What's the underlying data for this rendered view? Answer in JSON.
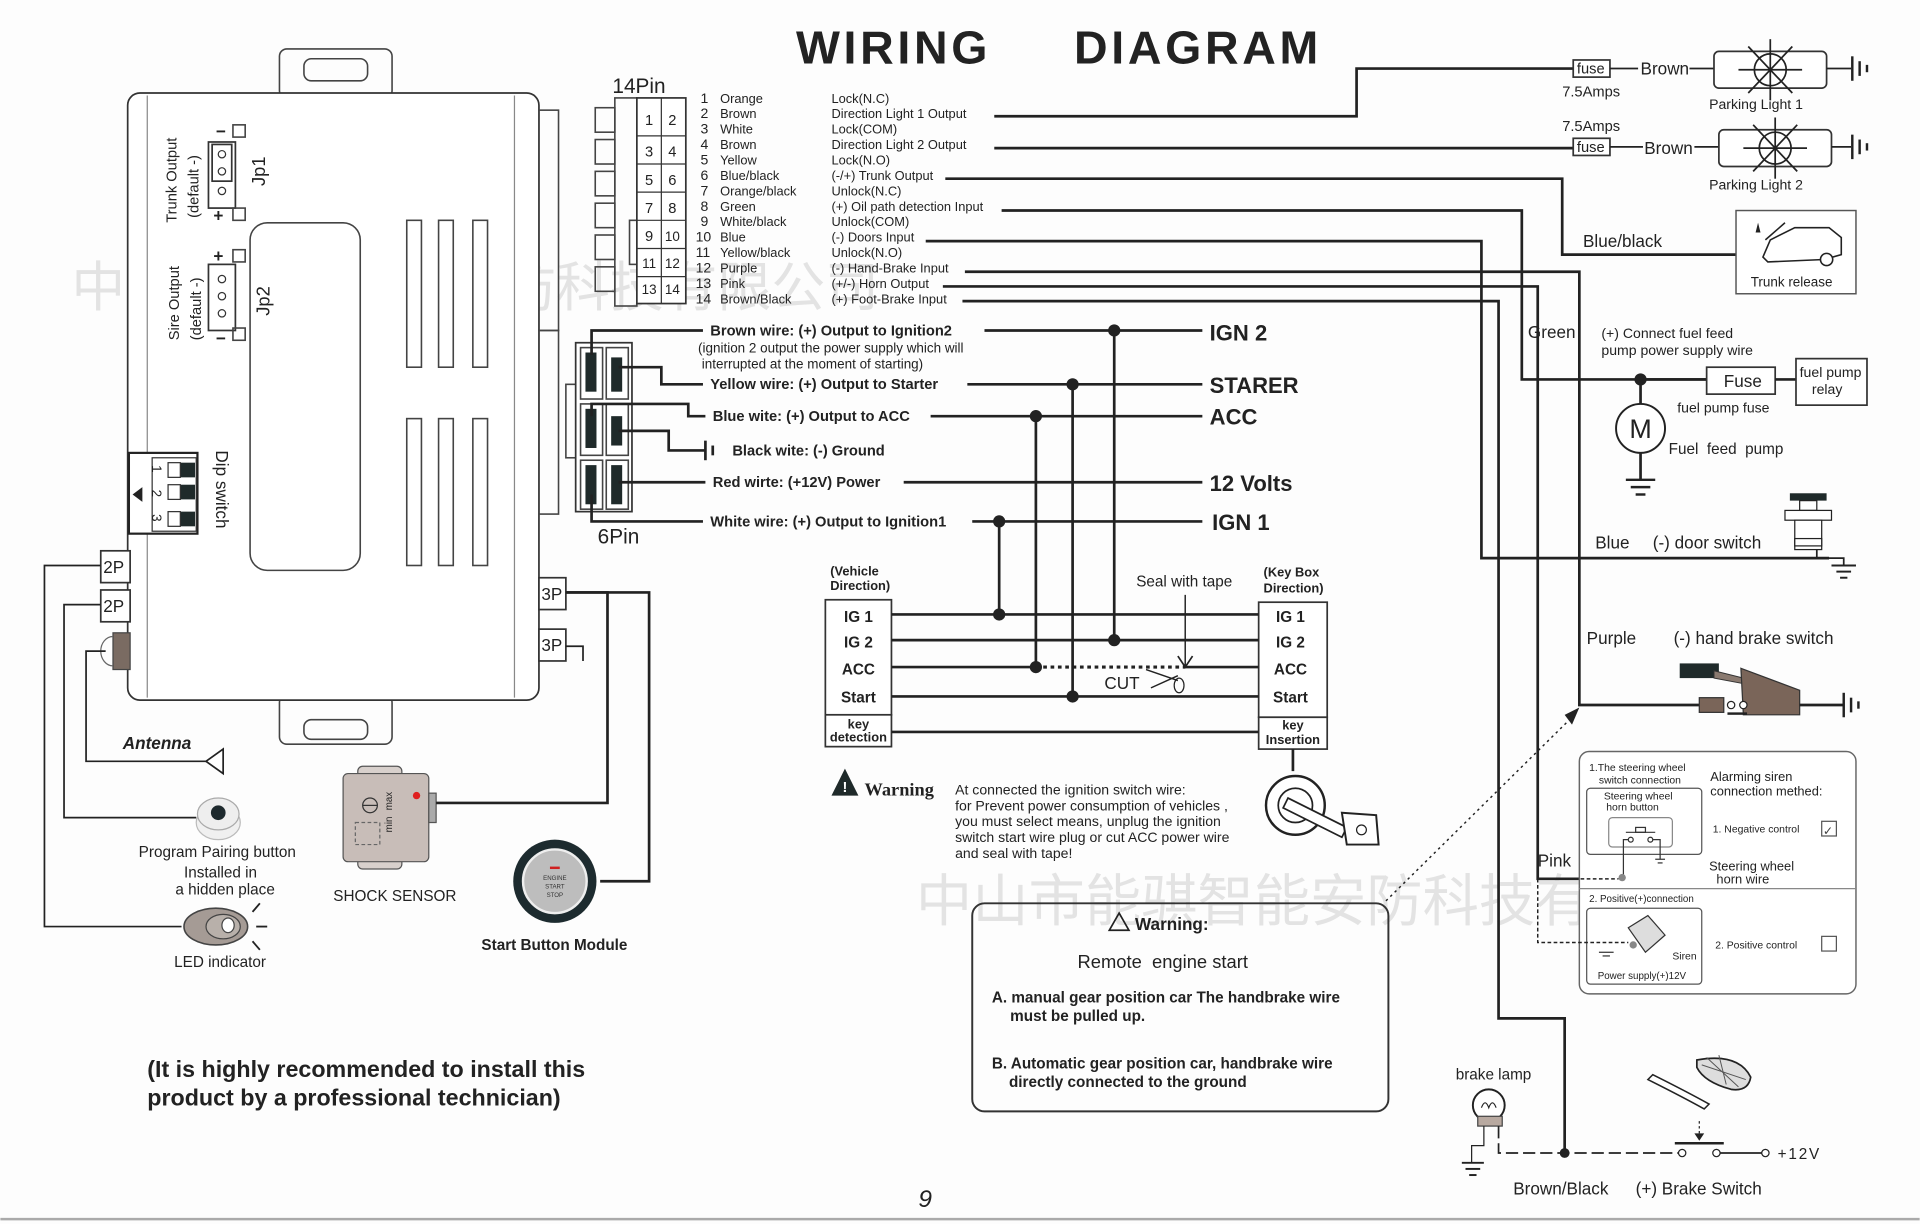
{
  "title": "WIRING     DIAGRAM",
  "page_number": "9",
  "watermark": "中山市能骐智能安防科技有限公司",
  "connector_14pin": {
    "label": "14Pin",
    "pins": [
      {
        "num": "1",
        "color": "Orange",
        "function": "Lock(N.C)"
      },
      {
        "num": "2",
        "color": "Brown",
        "function": "Direction Light 1 Output"
      },
      {
        "num": "3",
        "color": "White",
        "function": "Lock(COM)"
      },
      {
        "num": "4",
        "color": "Brown",
        "function": "Direction Light 2 Output"
      },
      {
        "num": "5",
        "color": "Yellow",
        "function": "Lock(N.O)"
      },
      {
        "num": "6",
        "color": "Blue/black",
        "function": "(-/+) Trunk Output"
      },
      {
        "num": "7",
        "color": "Orange/black",
        "function": "Unlock(N.C)"
      },
      {
        "num": "8",
        "color": "Green",
        "function": "(+) Oil path detection Input"
      },
      {
        "num": "9",
        "color": "White/black",
        "function": "Unlock(COM)"
      },
      {
        "num": "10",
        "color": "Blue",
        "function": "(-) Doors Input"
      },
      {
        "num": "11",
        "color": "Yellow/black",
        "function": "Unlock(N.O)"
      },
      {
        "num": "12",
        "color": "Purple",
        "function": "(-) Hand-Brake Input"
      },
      {
        "num": "13",
        "color": "Pink",
        "function": "(+/-) Horn Output"
      },
      {
        "num": "14",
        "color": "Brown/Black",
        "function": "(+) Foot-Brake Input"
      }
    ],
    "grid": [
      "1",
      "2",
      "3",
      "4",
      "5",
      "6",
      "7",
      "8",
      "9",
      "10",
      "11",
      "12",
      "13",
      "14"
    ]
  },
  "connector_6pin": {
    "label": "6Pin",
    "wires": [
      {
        "text": "Brown wire:  (+) Output to Ignition2",
        "target": "IGN 2"
      },
      {
        "text": "Yellow wire:  (+) Output to Starter",
        "target": "STARER"
      },
      {
        "text": "Blue wite:  (+) Output to ACC",
        "target": "ACC"
      },
      {
        "text": "Black wite: (-) Ground",
        "target": ""
      },
      {
        "text": "Red wirte:  (+12V) Power",
        "target": "12 Volts"
      },
      {
        "text": "White wire: (+) Output to Ignition1",
        "target": "IGN 1"
      }
    ],
    "note_line1": "(ignition 2 output the power supply which will",
    "note_line2": " interrupted at the moment of starting)"
  },
  "jumpers": {
    "jp1": {
      "label": "Jp1",
      "caption1": "Trunk Output",
      "caption2": "(default -)",
      "plus": "+",
      "minus": "−"
    },
    "jp2": {
      "label": "Jp2",
      "caption1": "Sire Output",
      "caption2": "(default -)",
      "plus": "+",
      "minus": "−"
    }
  },
  "dip_switch": {
    "label": "Dip switch",
    "positions": [
      "1",
      "2",
      "3"
    ]
  },
  "ports": {
    "p2a": "2P",
    "p2b": "2P",
    "p3a": "3P",
    "p3b": "3P"
  },
  "peripherals": {
    "antenna": "Antenna",
    "program_button_line1": "Program Pairing button",
    "program_button_line2": "Installed in",
    "program_button_line3": "a hidden place",
    "led": "LED indicator",
    "shock_sensor": "SHOCK SENSOR",
    "shock_min": "min",
    "shock_max": "max",
    "start_button": "Start Button Module",
    "start_button_face1": "ENGINE",
    "start_button_face2": "START",
    "start_button_face3": "STOP"
  },
  "ignition": {
    "vehicle_dir1": "(Vehicle",
    "vehicle_dir2": "Direction)",
    "keybox_dir1": "(Key Box",
    "keybox_dir2": "Direction)",
    "rows": [
      "IG 1",
      "IG 2",
      "ACC",
      "Start"
    ],
    "key_detect1": "key",
    "key_detect2": "detection",
    "key_insert1": "key",
    "key_insert2": "Insertion",
    "seal": "Seal with tape",
    "cut": "CUT"
  },
  "warning1": {
    "title": "Warning",
    "lines": [
      "At connected the ignition switch wire:",
      "for Prevent power consumption of vehicles ,",
      "you must select means, unplug the ignition",
      "switch start wire plug  or cut ACC power wire",
      "and seal with tape!"
    ]
  },
  "warning2": {
    "title": "Warning:",
    "subtitle": "Remote  engine start",
    "a1": "A. manual gear position car The handbrake wire",
    "a2": "must be pulled up.",
    "b1": "B. Automatic gear position car, handbrake wire",
    "b2": "directly connected to the ground"
  },
  "recommendation": {
    "line1": "(It is highly recommended to install this",
    "line2": "product by a professional technician)"
  },
  "right": {
    "fuse": "fuse",
    "amps": "7.5Amps",
    "brown": "Brown",
    "parking1": "Parking Light 1",
    "parking2": "Parking Light 2",
    "blueblack": "Blue/black",
    "trunk_release": "Trunk release",
    "green": "Green",
    "fuel_note1": "(+) Connect fuel feed",
    "fuel_note2": "pump power supply wire",
    "fuel_fuse": "Fuse",
    "fuel_fuse_caption": "fuel pump fuse",
    "relay1": "fuel pump",
    "relay2": "relay",
    "motor": "M",
    "fuel_pump": "Fuel  feed  pump",
    "blue": "Blue",
    "door_switch": "(-) door switch",
    "purple": "Purple",
    "hand_brake": "(-) hand brake switch",
    "pink": "Pink",
    "brake_lamp": "brake lamp",
    "brownblack": "Brown/Black",
    "brake_switch": "(+) Brake Switch",
    "plus12": "+12V"
  },
  "siren_box": {
    "s1a": "1.The steering wheel",
    "s1b": "switch connection",
    "horn1": "Steering wheel",
    "horn2": "horn button",
    "method1": "Alarming siren",
    "method2": "connection methed:",
    "neg": "1. Negative control",
    "neg_checked": true,
    "horn_wire1": "Steering wheel",
    "horn_wire2": "horn wire",
    "pos_conn": "2. Positive(+)connection",
    "siren": "Siren",
    "power": "Power supply(+)12V",
    "pos": "2. Positive control",
    "pos_checked": false,
    "check_mark": "✓"
  }
}
